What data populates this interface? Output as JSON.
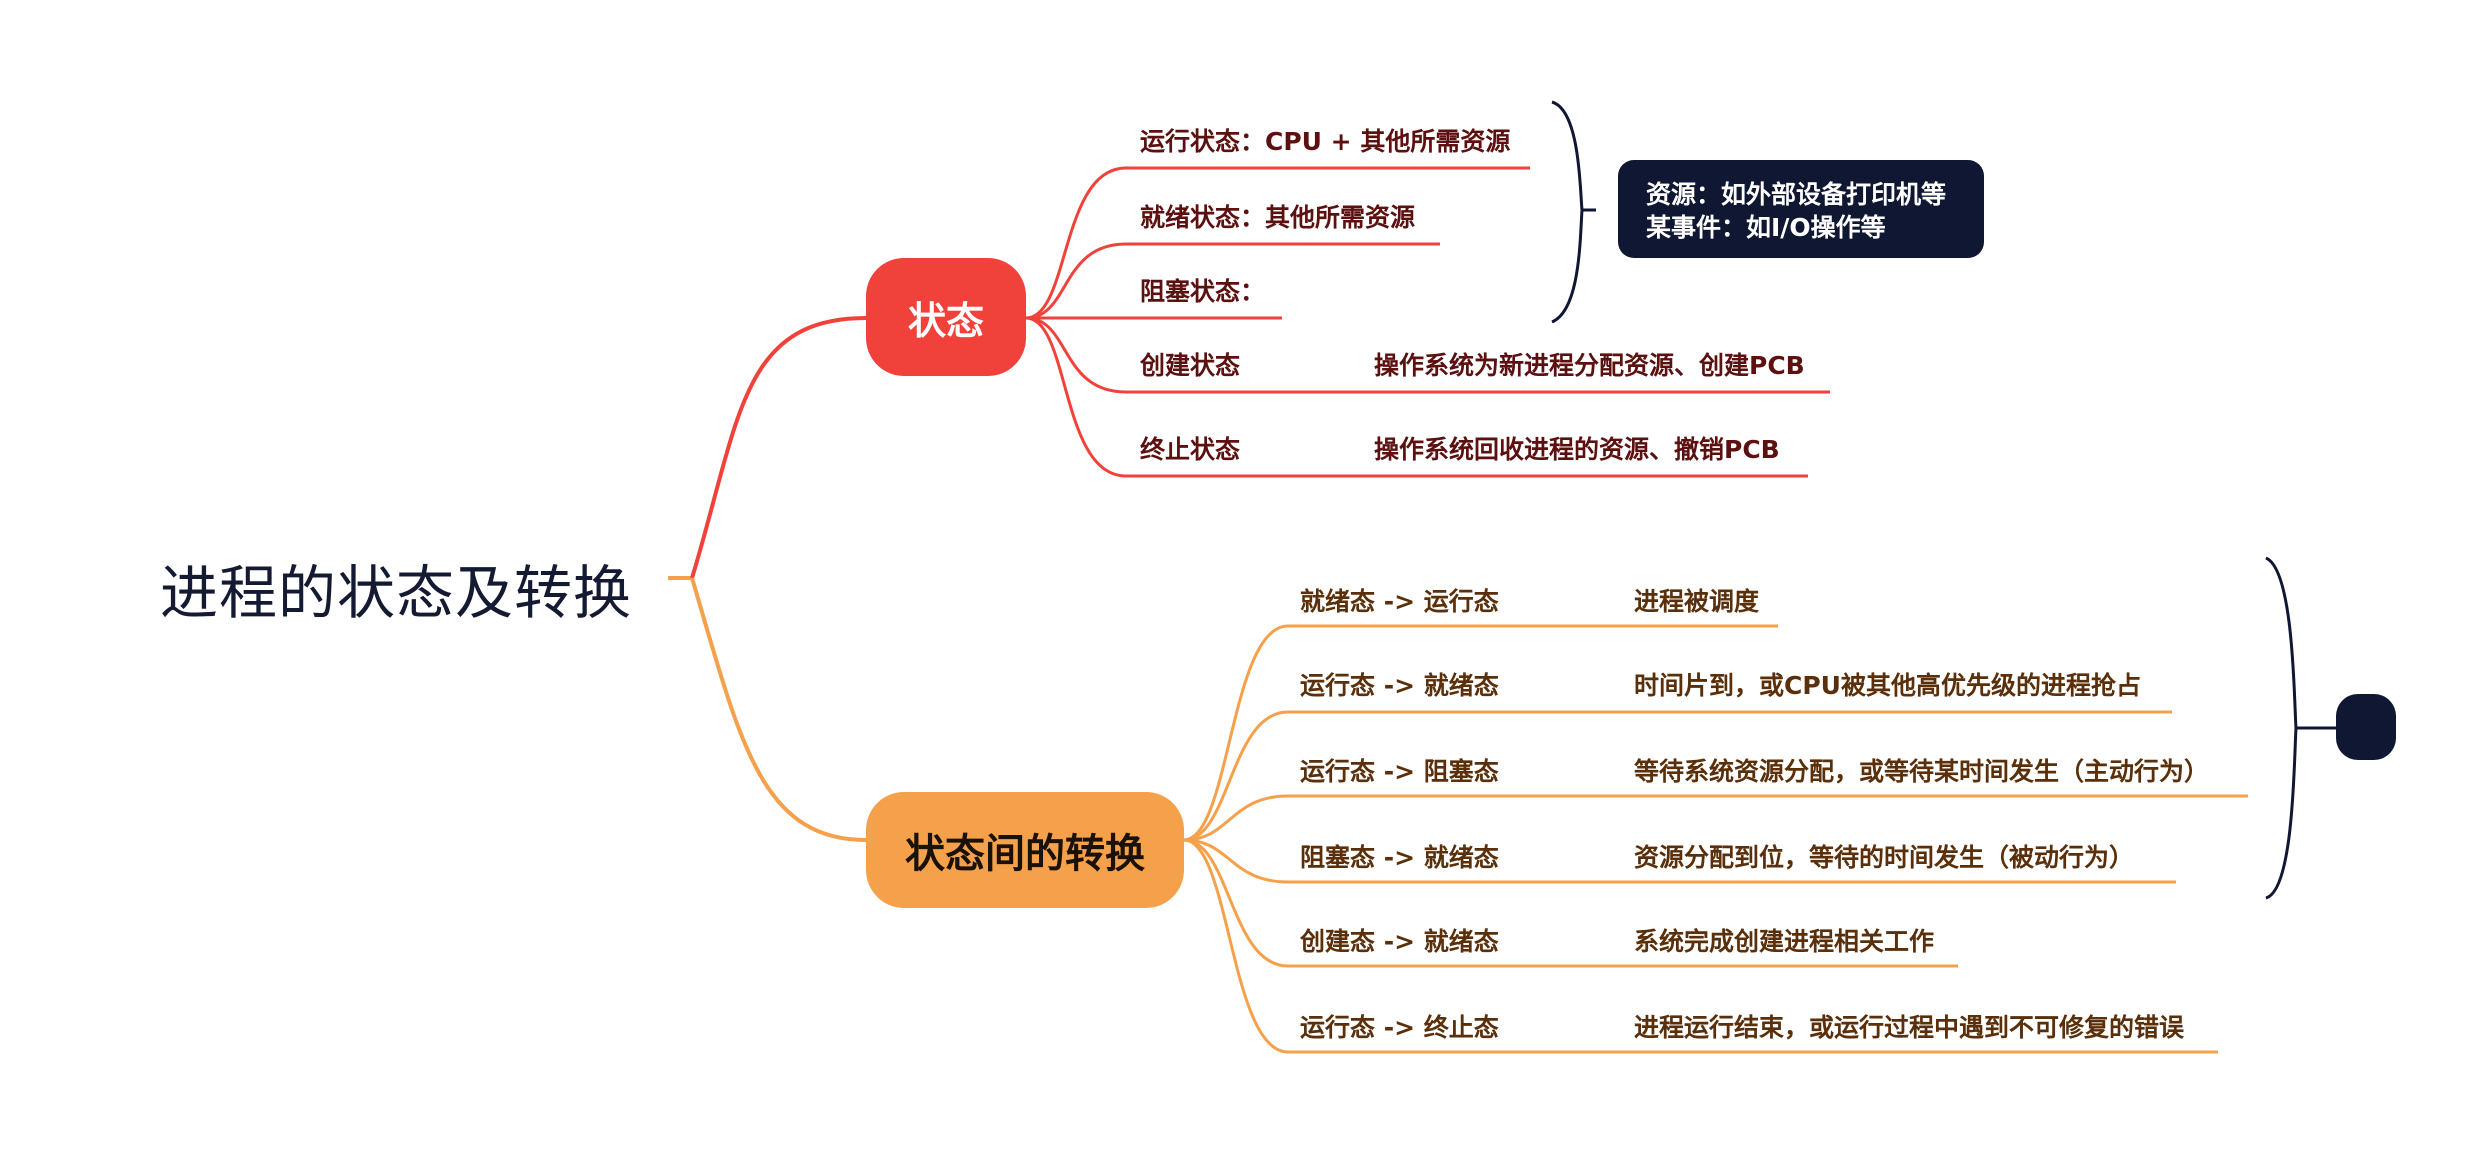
{
  "root": {
    "title": "进程的状态及转换"
  },
  "colors": {
    "red": "#f0423b",
    "orange": "#f5a04b",
    "navy": "#0f1733"
  },
  "branches": {
    "states": {
      "label": "状态",
      "items": [
        {
          "label": "运行状态：CPU + 其他所需资源",
          "desc": ""
        },
        {
          "label": "就绪状态：其他所需资源",
          "desc": ""
        },
        {
          "label": "阻塞状态：",
          "desc": ""
        },
        {
          "label": "创建状态",
          "desc": "操作系统为新进程分配资源、创建PCB"
        },
        {
          "label": "终止状态",
          "desc": "操作系统回收进程的资源、撤销PCB"
        }
      ],
      "note": {
        "lines": [
          "资源：如外部设备打印机等",
          "某事件：如I/O操作等"
        ]
      }
    },
    "transitions": {
      "label": "状态间的转换",
      "items": [
        {
          "label": "就绪态 -> 运行态",
          "desc": "进程被调度"
        },
        {
          "label": "运行态 -> 就绪态",
          "desc": "时间片到，或CPU被其他高优先级的进程抢占"
        },
        {
          "label": "运行态 -> 阻塞态",
          "desc": "等待系统资源分配，或等待某时间发生（主动行为）"
        },
        {
          "label": "阻塞态 -> 就绪态",
          "desc": "资源分配到位，等待的时间发生（被动行为）"
        },
        {
          "label": "创建态 -> 就绪态",
          "desc": "系统完成创建进程相关工作"
        },
        {
          "label": "运行态 -> 终止态",
          "desc": "进程运行结束，或运行过程中遇到不可修复的错误"
        }
      ]
    }
  }
}
